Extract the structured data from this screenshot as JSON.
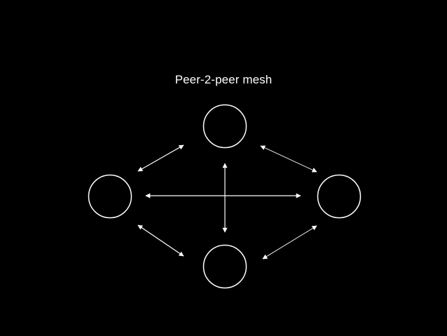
{
  "title": "Peer-2-peer mesh",
  "colors": {
    "background": "#000000",
    "foreground": "#ffffff"
  },
  "nodes": [
    {
      "id": "top"
    },
    {
      "id": "left"
    },
    {
      "id": "right"
    },
    {
      "id": "bottom"
    }
  ],
  "connections": [
    {
      "from": "top",
      "to": "left"
    },
    {
      "from": "top",
      "to": "right"
    },
    {
      "from": "left",
      "to": "right"
    },
    {
      "from": "top",
      "to": "bottom"
    },
    {
      "from": "left",
      "to": "bottom"
    },
    {
      "from": "right",
      "to": "bottom"
    }
  ]
}
